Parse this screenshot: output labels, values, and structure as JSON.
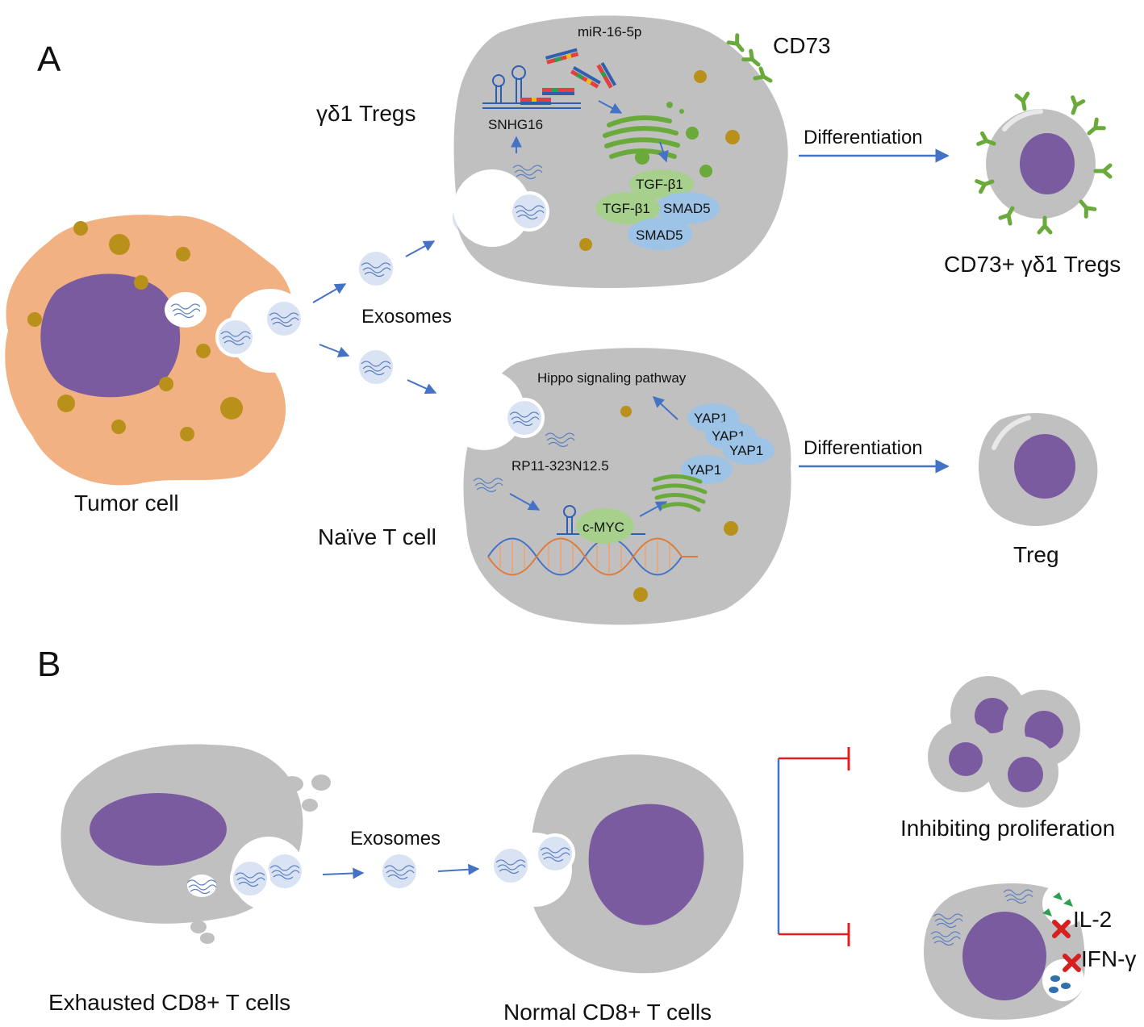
{
  "panels": {
    "a": "A",
    "b": "B"
  },
  "panel_a": {
    "tumor_cell": "Tumor cell",
    "exosomes": "Exosomes",
    "gd1_tregs": "γδ1 Tregs",
    "naive_t_cell": "Naïve T cell",
    "mirna": "miR-16-5p",
    "snhg16": "SNHG16",
    "cd73": "CD73",
    "tgf_b1": "TGF-β1",
    "smad5": "SMAD5",
    "differentiation": "Differentiation",
    "cd73_gd1_tregs": "CD73+ γδ1 Tregs",
    "hippo": "Hippo signaling pathway",
    "yap1": "YAP1",
    "rp11": "RP11-323N12.5",
    "cmyc": "c-MYC",
    "treg": "Treg"
  },
  "panel_b": {
    "exhausted": "Exhausted CD8+ T cells",
    "exosomes": "Exosomes",
    "normal": "Normal CD8+ T cells",
    "inhibiting": "Inhibiting proliferation",
    "il2": "IL-2",
    "ifng": "IFN-γ"
  },
  "colors": {
    "tumor_cytoplasm": "#f2b183",
    "nucleus": "#7b5ba0",
    "cell_gray": "#c0c0c0",
    "granule": "#b8901a",
    "arrow_blue": "#4472c4",
    "inhibit_red": "#e02020",
    "golgi_green": "#6aaa3a",
    "tgf_green": "#a8d08d",
    "smad_blue": "#9dc3e6",
    "exosome_fill": "#dae3f3",
    "cross_red": "#d62020"
  }
}
